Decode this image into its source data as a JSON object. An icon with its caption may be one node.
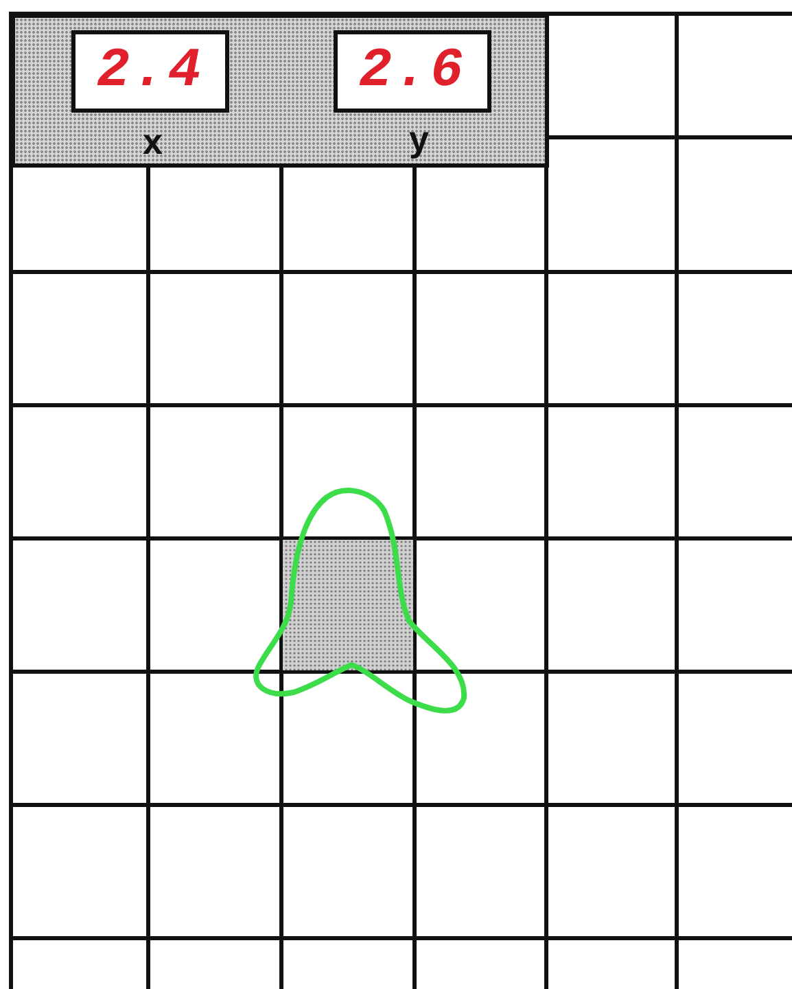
{
  "diagram": {
    "nodes": [
      {
        "text": [],
        "shape": "box"
      },
      {
        "text": [
          "2.4"
        ],
        "in": 0,
        "beside": [
          "x"
        ]
      },
      {
        "text": [
          "2.6"
        ],
        "in": 0,
        "beside": [
          "y"
        ]
      }
    ]
  }
}
